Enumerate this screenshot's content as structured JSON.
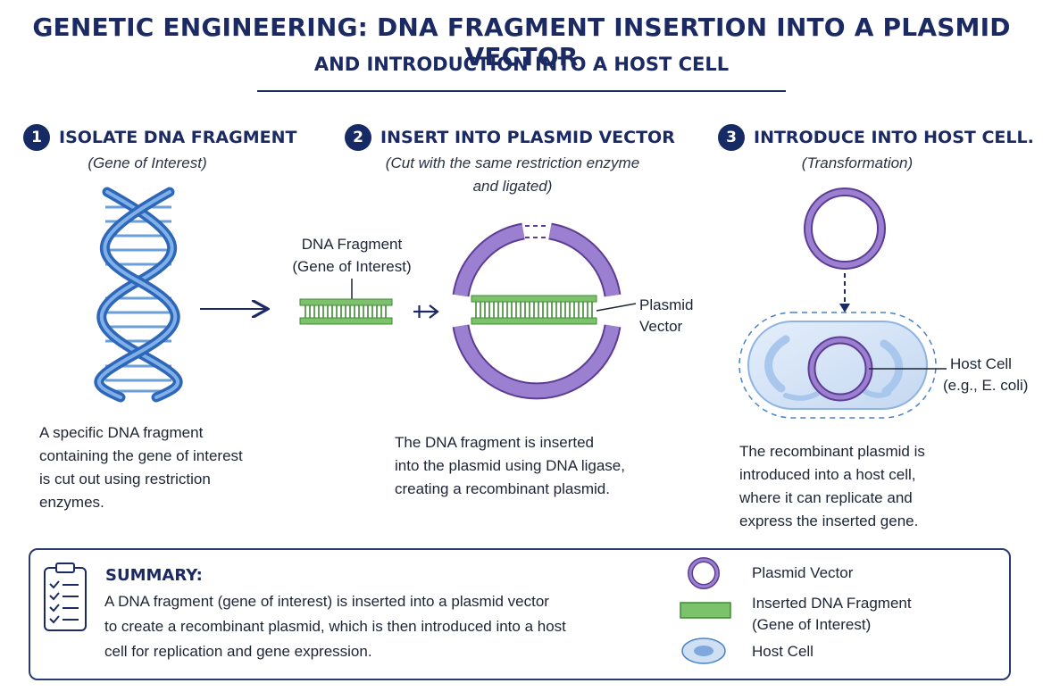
{
  "header": {
    "title": "GENETIC ENGINEERING: DNA FRAGMENT INSERTION INTO A PLASMID VECTOR",
    "subtitle": "AND INTRODUCTION INTO A HOST CELL"
  },
  "steps": [
    {
      "number": "1",
      "title": "ISOLATE DNA FRAGMENT",
      "subtitle_lines": [
        "(Gene of Interest)"
      ],
      "description_lines": [
        "A specific DNA fragment",
        "containing the gene of interest",
        "is cut out using restriction",
        "enzymes."
      ]
    },
    {
      "number": "2",
      "title": "INSERT INTO PLASMID VECTOR",
      "subtitle_lines": [
        "(Cut with the same restriction enzyme",
        "and ligated)"
      ],
      "description_lines": [
        "The DNA fragment is inserted",
        "into the plasmid using DNA ligase,",
        "creating a recombinant plasmid."
      ]
    },
    {
      "number": "3",
      "title": "INTRODUCE INTO HOST CELL.",
      "subtitle_lines": [
        "(Transformation)"
      ],
      "description_lines": [
        "The recombinant plasmid is",
        "introduced into a host cell,",
        "where it can replicate and",
        "express the inserted gene."
      ]
    }
  ],
  "diagram_labels": {
    "dna_fragment": [
      "DNA Fragment",
      "(Gene of Interest)"
    ],
    "plasmid_vector": [
      "Plasmid",
      "Vector"
    ],
    "host_cell": [
      "Host Cell",
      "(e.g., E. coli)"
    ]
  },
  "summary": {
    "title": "SUMMARY:",
    "lines": [
      "A DNA fragment (gene of interest) is inserted into a plasmid vector",
      "to create a recombinant plasmid, which is then introduced into a host",
      "cell for replication and gene expression."
    ]
  },
  "legend": {
    "plasmid_vector": "Plasmid Vector",
    "inserted_fragment": [
      "Inserted DNA Fragment",
      "(Gene of Interest)"
    ],
    "host_cell": "Host Cell"
  },
  "colors": {
    "navy": "#1b2a63",
    "plasmid_purple": "#8a68c2",
    "fragment_green": "#7cc26a",
    "dna_blue": "#4a82c8",
    "cell_blue": "#cfe0f5"
  },
  "icons": [
    "checklist-icon",
    "right-arrow-icon",
    "down-arrow-icon"
  ]
}
